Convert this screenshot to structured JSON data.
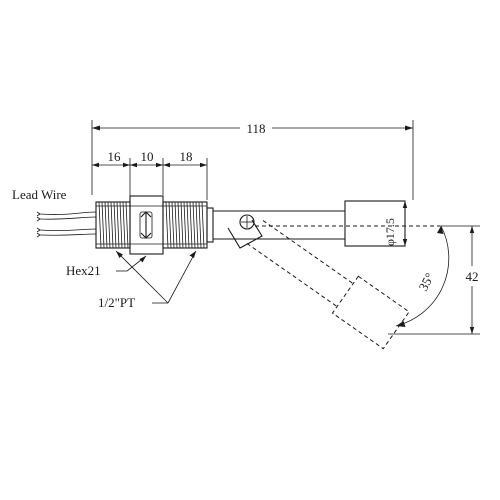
{
  "labels": {
    "lead_wire": "Lead Wire",
    "hex": "Hex21",
    "thread": "1/2\"PT",
    "overall_length": "118",
    "dim_a": "16",
    "dim_b": "10",
    "dim_c": "18",
    "float_diameter": "φ17.5",
    "swing_height": "42",
    "swing_angle": "35°"
  },
  "colors": {
    "line": "#1a1a1a",
    "background": "#ffffff"
  }
}
